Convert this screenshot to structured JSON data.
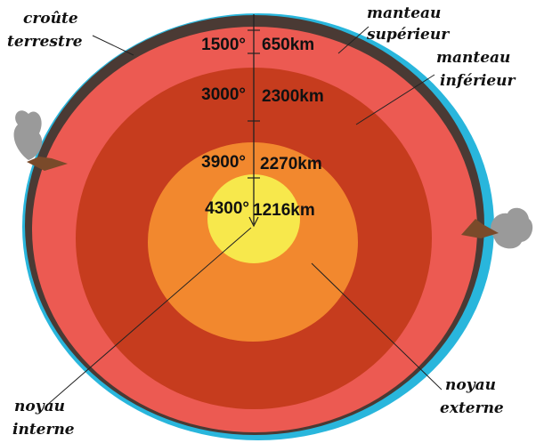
{
  "labels": {
    "crust": {
      "line1": "croûte",
      "line2": "terrestre"
    },
    "upper_mantle": {
      "line1": "manteau",
      "line2": "supérieur"
    },
    "lower_mantle": {
      "line1": "manteau",
      "line2": "inférieur"
    },
    "inner_core": {
      "line1": "noyau",
      "line2": "interne"
    },
    "outer_core": {
      "line1": "noyau",
      "line2": "externe"
    }
  },
  "layers": [
    {
      "name": "upper_mantle",
      "temperature": "1500°",
      "thickness": "650km",
      "color": "#ec5a52"
    },
    {
      "name": "lower_mantle",
      "temperature": "3000°",
      "thickness": "2300km",
      "color": "#c63c1e"
    },
    {
      "name": "outer_core",
      "temperature": "3900°",
      "thickness": "2270km",
      "color": "#f2882e"
    },
    {
      "name": "inner_core",
      "temperature": "4300°",
      "thickness": "1216km",
      "color": "#f7e84c"
    }
  ],
  "colors": {
    "ocean": "#29b6dc",
    "crust": "#4a3a34",
    "upper_mantle": "#ec5a52",
    "lower_mantle": "#c63c1e",
    "outer_core": "#f2882e",
    "inner_core": "#f7e84c",
    "volcano_smoke": "#9a9a9a"
  }
}
